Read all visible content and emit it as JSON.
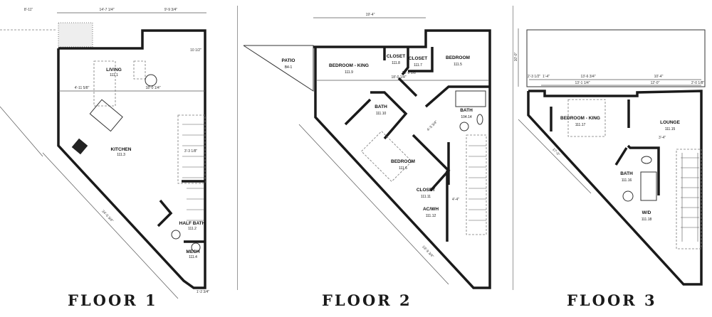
{
  "floors": [
    {
      "title": "FLOOR 1",
      "rooms": [
        {
          "name": "LIVING",
          "number": "111.1"
        },
        {
          "name": "KITCHEN",
          "number": "111.3"
        },
        {
          "name": "HALF BATH",
          "number": "111.2"
        },
        {
          "name": "MECH",
          "number": "111.4"
        }
      ],
      "dimensions": [
        "14'-7 1/4\"",
        "9'-9 3/4\"",
        "8'-11\"",
        "4'-11 5/8\"",
        "18'-0 1/4\"",
        "3'-3 1/8\"",
        "1'-2 3/4\"",
        "10 1/2\"",
        "34'-0 3/4\""
      ]
    },
    {
      "title": "FLOOR 2",
      "rooms": [
        {
          "name": "PATIO",
          "number": "B4-1"
        },
        {
          "name": "BEDROOM - KING",
          "number": "111.9"
        },
        {
          "name": "CLOSET",
          "number": "111.8"
        },
        {
          "name": "CLOSET",
          "number": "111.7"
        },
        {
          "name": "BEDROOM",
          "number": "111.5"
        },
        {
          "name": "BATH",
          "number": "111.10"
        },
        {
          "name": "BATH",
          "number": "104.14"
        },
        {
          "name": "BEDROOM",
          "number": "111.6"
        },
        {
          "name": "CLOSET",
          "number": "111.11"
        },
        {
          "name": "AC/WH",
          "number": "111.12"
        }
      ],
      "dimensions": [
        "19'-4\"",
        "29'-9 5/8\"",
        "18'-0 1/4\"",
        "4'-4\"",
        "19'-9 3/4\"",
        "4'-5 3/4\""
      ]
    },
    {
      "title": "FLOOR 3",
      "rooms": [
        {
          "name": "BEDROOM - KING",
          "number": "111.17"
        },
        {
          "name": "LOUNGE",
          "number": "111.15"
        },
        {
          "name": "BATH",
          "number": "111.16"
        },
        {
          "name": "W/D",
          "number": "111.18"
        }
      ],
      "dimensions": [
        "13'-6 3/4\"",
        "10'-4\"",
        "13'-1 1/4\"",
        "12'-0\"",
        "2'-3 1/2\"",
        "1'-4\"",
        "2'-0 1/8\"",
        "3'-4\"",
        "17'-0\"",
        "10'-0\""
      ]
    }
  ]
}
